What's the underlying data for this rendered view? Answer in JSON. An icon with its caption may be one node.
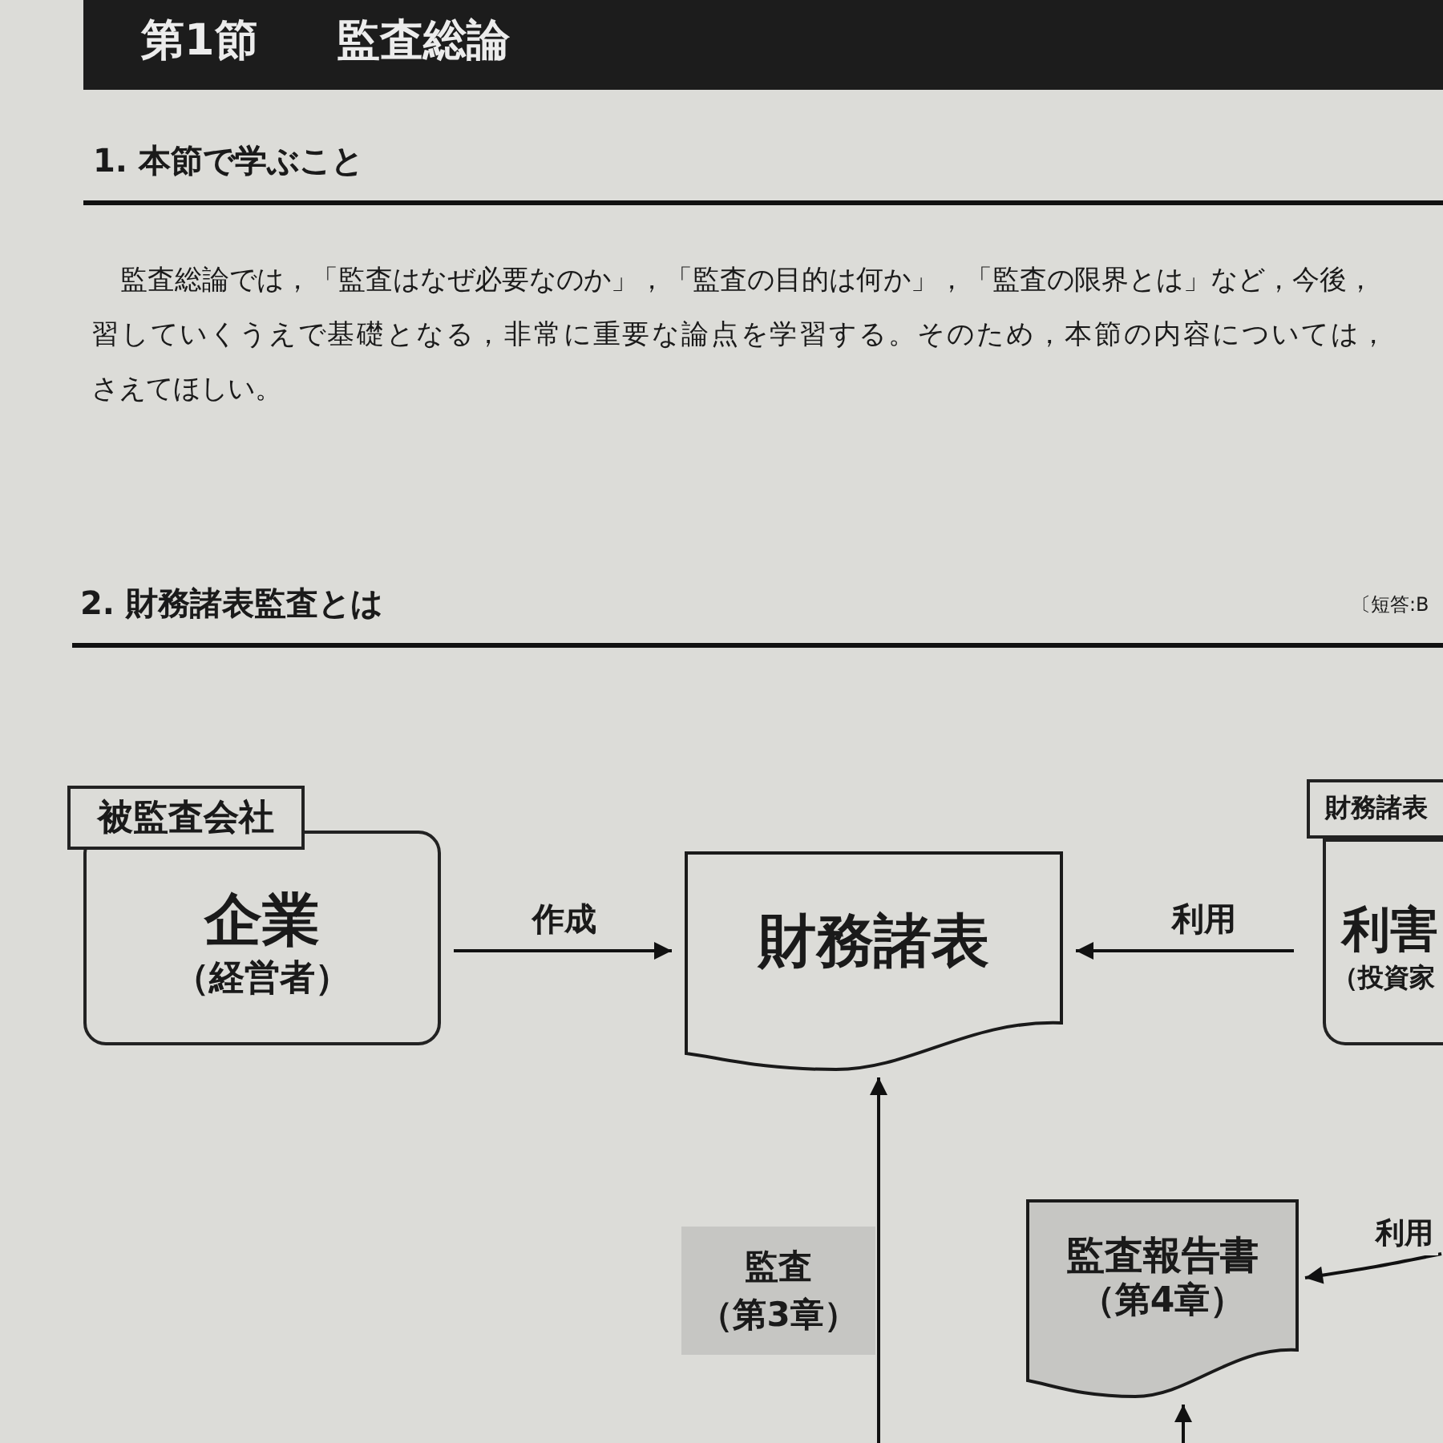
{
  "diagram": {
    "title": "第1節 監査総論",
    "nodes": [
      {
        "text": [
          "被監査会社",
          "企業",
          "（経営者）"
        ]
      },
      {
        "text": [
          "財務諸表"
        ]
      },
      {
        "text": [
          "財務諸表",
          "利害",
          "（投資家"
        ]
      },
      {
        "text": [
          "監査",
          "（第3章）"
        ]
      },
      {
        "text": [
          "監査報告書",
          "（第4章）"
        ]
      }
    ],
    "edges": [
      {
        "from": 0,
        "to": 1,
        "arrow": "to",
        "label": "作成"
      },
      {
        "from": 2,
        "to": 1,
        "arrow": "to",
        "label": "利用"
      },
      {
        "from": null,
        "to": 1,
        "arrow": "to"
      },
      {
        "from": null,
        "to": 4,
        "arrow": "to"
      },
      {
        "from": null,
        "to": 4,
        "arrow": "to",
        "label": "利用"
      }
    ],
    "labels": [
      "1. 本節で学ぶこと",
      "監査総論では，「監査はなぜ必要なのか」，「監査の目的は何か」，「監査の限界とは」など，今後，",
      "習していくうえで基礎となる，非常に重要な論点を学習する。そのため，本節の内容については，",
      "さえてほしい。",
      "2. 財務諸表監査とは",
      "〔短答:B"
    ]
  }
}
